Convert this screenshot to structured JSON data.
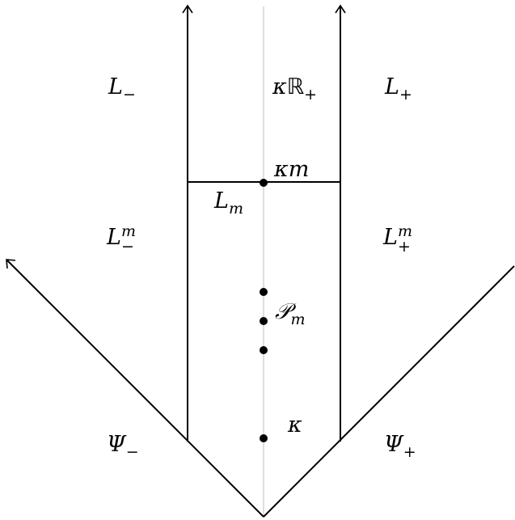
{
  "labels": {
    "L_minus": {
      "base": "L",
      "sub": "−"
    },
    "kappa_R_plus": {
      "kappa": "κ",
      "R": "ℝ",
      "sub": "+"
    },
    "L_plus": {
      "base": "L",
      "sub": "+"
    },
    "kappa_m": "κm",
    "L_m": {
      "base": "L",
      "sub": "m"
    },
    "L_minus_m": {
      "base": "L",
      "sup": "m",
      "sub": "−"
    },
    "L_plus_m": {
      "base": "L",
      "sup": "m",
      "sub": "+"
    },
    "P_m": {
      "base": "𝒫",
      "sub": "m"
    },
    "kappa": "κ",
    "Psi_minus": {
      "base": "Ψ",
      "sub": "−"
    },
    "Psi_plus": {
      "base": "Ψ",
      "sub": "+"
    }
  },
  "colors": {
    "lines": "#000000",
    "axis": "#c8c8c8",
    "points": "#000000"
  }
}
